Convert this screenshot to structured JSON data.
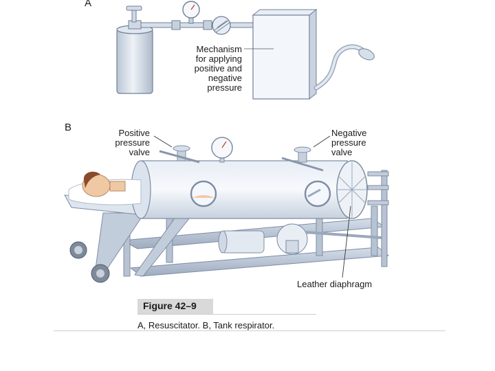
{
  "panels": {
    "a_label": "A",
    "b_label": "B"
  },
  "labels": {
    "mechanism": [
      "Mechanism",
      "for applying",
      "positive and",
      "negative",
      "pressure"
    ],
    "positive_valve": [
      "Positive",
      "pressure",
      "valve"
    ],
    "negative_valve": [
      "Negative",
      "pressure",
      "valve"
    ],
    "leather_diaphragm": "Leather diaphragm"
  },
  "caption": {
    "title": "Figure 42–9",
    "text": "A, Resuscitator. B, Tank respirator."
  }
}
